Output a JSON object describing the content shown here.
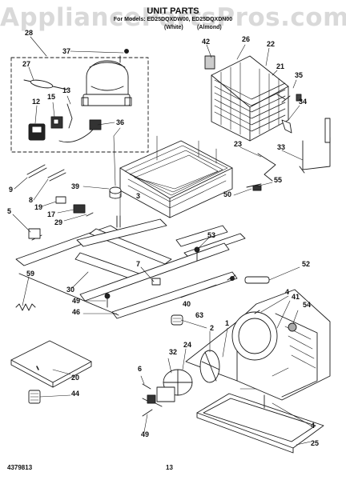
{
  "watermark": "AppliancePartsPros.com",
  "header": {
    "title": "UNIT PARTS",
    "models": "For Models: ED25DQXDW00, ED25DQXDN00",
    "color_white": "(White)",
    "color_almond": "(Almond)"
  },
  "footer": {
    "doc_number": "4379813",
    "page_number": "13"
  },
  "callouts": {
    "c28": "28",
    "c37": "37",
    "c27": "27",
    "c12": "12",
    "c15": "15",
    "c13": "13",
    "c36": "36",
    "c42": "42",
    "c26": "26",
    "c22": "22",
    "c21": "21",
    "c35": "35",
    "c34": "34",
    "c23": "23",
    "c33": "33",
    "c55": "55",
    "c50": "50",
    "c39": "39",
    "c9": "9",
    "c8": "8",
    "c19": "19",
    "c17": "17",
    "c29": "29",
    "c5": "5",
    "c3": "3",
    "c53": "53",
    "c7": "7",
    "c52": "52",
    "c59": "59",
    "c30": "30",
    "c49a": "49",
    "c46": "46",
    "c40": "40",
    "c4a": "4",
    "c41": "41",
    "c54": "54",
    "c63": "63",
    "c2": "2",
    "c1": "1",
    "c32": "32",
    "c24": "24",
    "c6": "6",
    "c20": "20",
    "c44": "44",
    "c49b": "49",
    "c4b": "4",
    "c25": "25"
  }
}
